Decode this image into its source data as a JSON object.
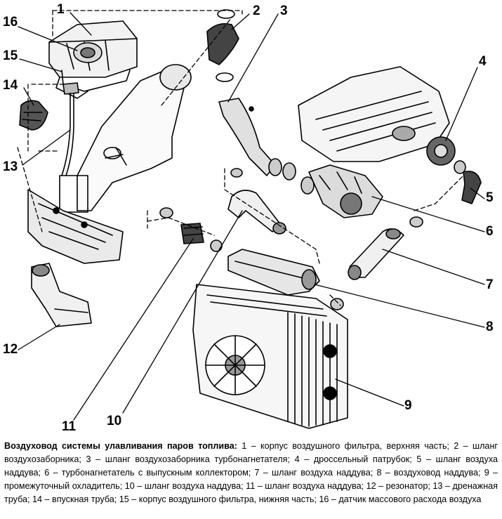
{
  "callouts": [
    "1",
    "2",
    "3",
    "4",
    "5",
    "6",
    "7",
    "8",
    "9",
    "10",
    "11",
    "12",
    "13",
    "14",
    "15",
    "16"
  ],
  "caption": {
    "title": "Воздуховод системы улавливания паров топлива:",
    "text": " 1 – корпус воздушного фильтра, верхняя часть; 2 – шланг воздухозаборника; 3 – шланг воздухозаборника турбонагнетателя; 4 – дроссельный патрубок; 5 – шланг воздуха наддува; 6 – турбонагнетатель с выпускным коллектором; 7 – шланг воздуха наддува; 8 – воздуховод наддува; 9 – промежуточный охладитель; 10 – шланг воздуха наддува; 11 – шланг воздуха наддува; 12 – резонатор; 13 – дренажная труба; 14 – впускная труба; 15 – корпус воздушного фильтра, нижняя часть; 16 – датчик массового расхода воздуха"
  }
}
